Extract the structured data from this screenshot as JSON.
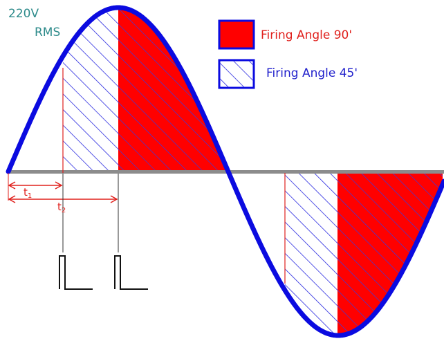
{
  "labels": {
    "voltage_line1": "220V",
    "voltage_line2": "RMS",
    "t1": "t",
    "t1_sub": "1",
    "t2": "t",
    "t2_sub": "2"
  },
  "legend": [
    {
      "label": "Firing Angle 90'",
      "text_color": "#e0201c",
      "swatch": "solid-red"
    },
    {
      "label": "Firing Angle 45'",
      "text_color": "#2222cc",
      "swatch": "blue-hatch"
    }
  ],
  "colors": {
    "sine_wave": "#0b0be0",
    "fill_90": "#ff0000",
    "hatch_45": "#2a2ae0",
    "time_markers": "#e0201c",
    "axis": "#8c8c8c",
    "voltage_label": "#2e8b8b",
    "trigger_pulse": "#111111"
  }
}
